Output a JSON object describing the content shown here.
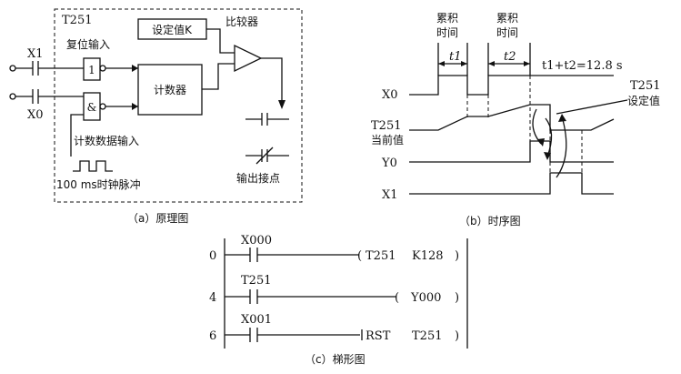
{
  "panel_a": {
    "timer": "T251",
    "setpoint": "设定值K",
    "comparator": "比较器",
    "reset_input": "复位输入",
    "counter": "计数器",
    "count_input": "计数数据输入",
    "clock": "100 ms时钟脉冲",
    "output_contacts": "输出接点",
    "input_x1": "X1",
    "input_x0": "X0",
    "gate_not": "1",
    "gate_and": "&",
    "caption": "（a）原理图"
  },
  "panel_b": {
    "accum1_l1": "累积",
    "accum1_l2": "时间",
    "accum2_l1": "累积",
    "accum2_l2": "时间",
    "t1": "t1",
    "t2": "t2",
    "total": "t1+t2=12.8 s",
    "t251_setpoint_l1": "T251",
    "t251_setpoint_l2": "设定值",
    "sig_x0": "X0",
    "sig_t251_l1": "T251",
    "sig_t251_l2": "当前值",
    "sig_y0": "Y0",
    "sig_x1": "X1",
    "caption": "（b）时序图"
  },
  "panel_c": {
    "rungs": [
      {
        "step": "0",
        "contact": "X000",
        "instruction": "T251",
        "operand": "K128"
      },
      {
        "step": "4",
        "contact": "T251",
        "instruction": "Y000",
        "operand": ""
      },
      {
        "step": "6",
        "contact": "X001",
        "instruction": "RST",
        "operand": "T251"
      }
    ],
    "caption": "（c）梯形图"
  }
}
